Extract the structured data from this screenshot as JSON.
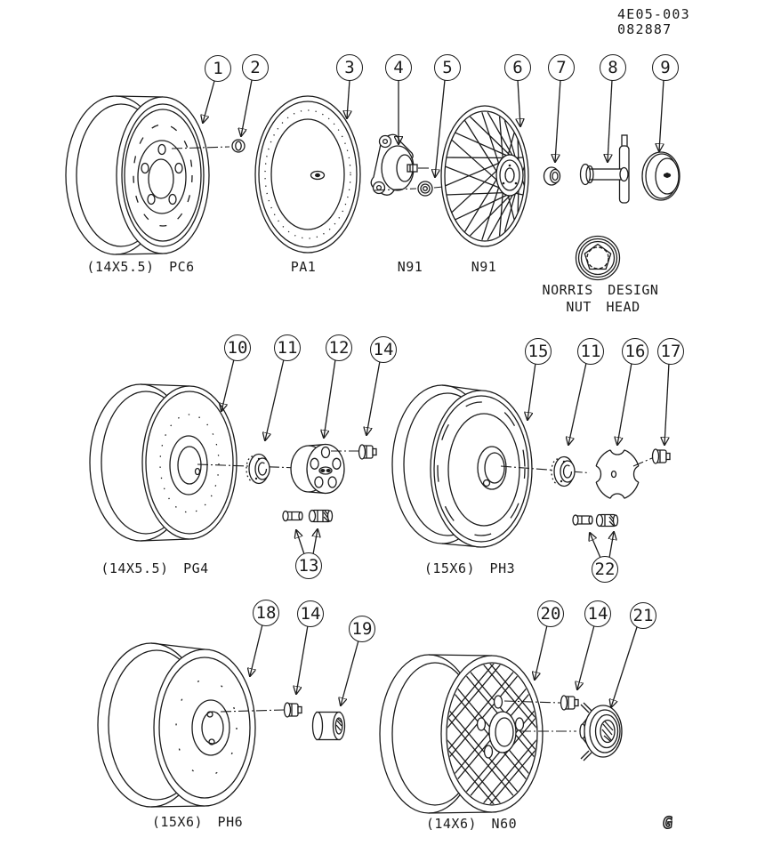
{
  "header": {
    "doc_number": "4E05-003",
    "date_code": "082887"
  },
  "callouts": [
    "1",
    "2",
    "3",
    "4",
    "5",
    "6",
    "7",
    "8",
    "9",
    "10",
    "11",
    "12",
    "14",
    "15",
    "11",
    "16",
    "17",
    "13",
    "22",
    "18",
    "14",
    "19",
    "20",
    "14",
    "21"
  ],
  "labels": {
    "wheel_pc6": "(14X5.5) PC6",
    "cover_pa1": "PA1",
    "n91_a": "N91",
    "n91_b": "N91",
    "norris_line1": "NORRIS DESIGN",
    "norris_line2": "NUT HEAD",
    "wheel_pg4": "(14X5.5) PG4",
    "wheel_ph3": "(15X6) PH3",
    "wheel_ph6": "(15X6) PH6",
    "wheel_n60": "(14X6) N60",
    "corner_mark": "G"
  },
  "colors": {
    "ink": "#1b1b1b",
    "paper": "#ffffff"
  }
}
